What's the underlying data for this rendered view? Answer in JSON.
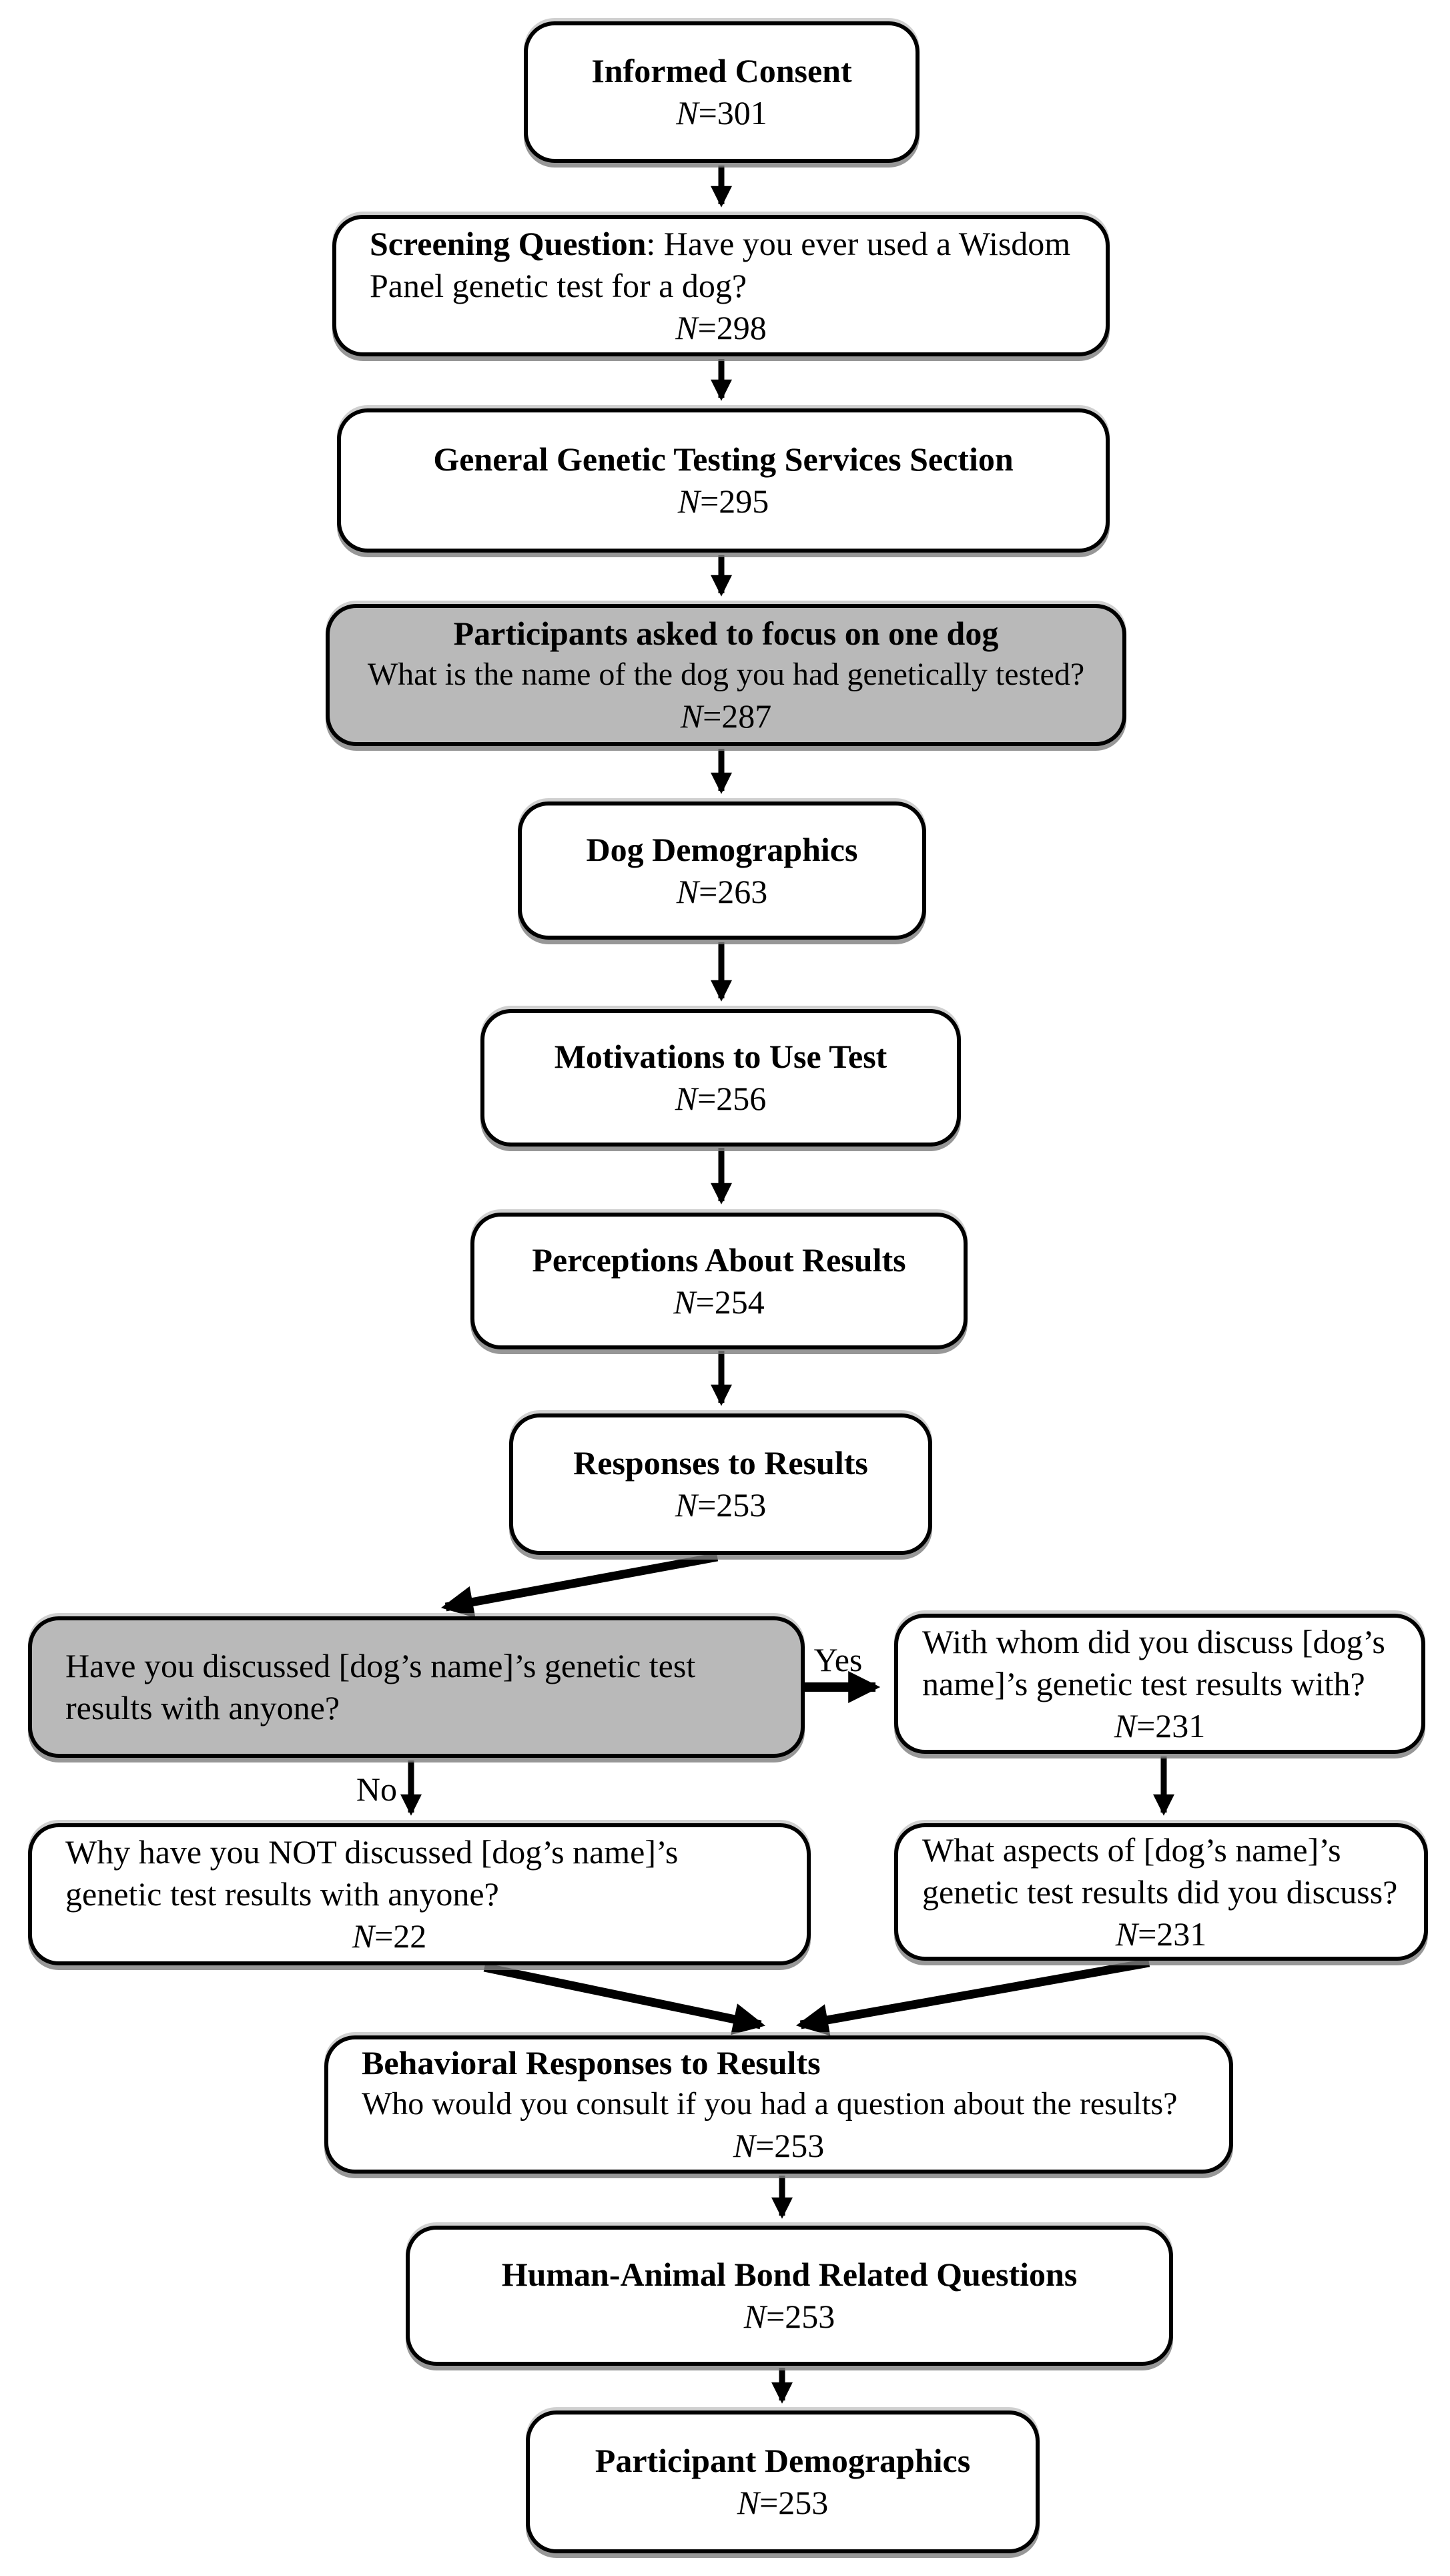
{
  "diagram": {
    "nodes": [
      {
        "id": "informed-consent",
        "title": "Informed Consent",
        "n_label": "N",
        "n_eq": "=301"
      },
      {
        "id": "screening-question",
        "title": "Screening Question",
        "question": ": Have you ever used a Wisdom Panel genetic test for a dog?",
        "n_label": "N",
        "n_eq": "=298"
      },
      {
        "id": "general-genetic-testing",
        "title": "General Genetic Testing Services Section",
        "n_label": "N",
        "n_eq": "=295"
      },
      {
        "id": "focus-on-one-dog",
        "title": "Participants asked to focus on one dog",
        "question": "What is the name of the dog you had genetically tested?",
        "n_label": "N",
        "n_eq": "=287"
      },
      {
        "id": "dog-demographics",
        "title": "Dog Demographics",
        "n_label": "N",
        "n_eq": "=263"
      },
      {
        "id": "motivations-to-use-test",
        "title": "Motivations to Use Test",
        "n_label": "N",
        "n_eq": "=256"
      },
      {
        "id": "perceptions-about-results",
        "title": "Perceptions About Results",
        "n_label": "N",
        "n_eq": "=254"
      },
      {
        "id": "responses-to-results",
        "title": "Responses to Results",
        "n_label": "N",
        "n_eq": "=253"
      },
      {
        "id": "discussed-with-anyone",
        "question": "Have you discussed [dog’s name]’s genetic test results with anyone?"
      },
      {
        "id": "with-whom-discussed",
        "question": "With whom did you discuss [dog’s name]’s genetic test results with?",
        "n_label": "N",
        "n_eq": "=231"
      },
      {
        "id": "why-not-discussed",
        "question": "Why have you NOT discussed [dog’s name]’s genetic test results with anyone?",
        "n_label": "N",
        "n_eq": "=22"
      },
      {
        "id": "what-aspects-discussed",
        "question": "What aspects of [dog’s name]’s genetic test results did you discuss?",
        "n_label": "N",
        "n_eq": "=231"
      },
      {
        "id": "behavioral-responses",
        "title": "Behavioral Responses to Results",
        "question": "Who would you consult if you had a question about the results?",
        "n_label": "N",
        "n_eq": "=253"
      },
      {
        "id": "human-animal-bond",
        "title": "Human-Animal Bond Related Questions",
        "n_label": "N",
        "n_eq": "=253"
      },
      {
        "id": "participant-demographics",
        "title": "Participant Demographics",
        "n_label": "N",
        "n_eq": "=253"
      }
    ],
    "edge_labels": {
      "yes": "Yes",
      "no": "No"
    },
    "colors": {
      "node_fill": "#ffffff",
      "highlight_fill": "#b9b9b9",
      "border": "#000000",
      "arrow": "#000000",
      "shadow": "#7d7d7d"
    }
  }
}
